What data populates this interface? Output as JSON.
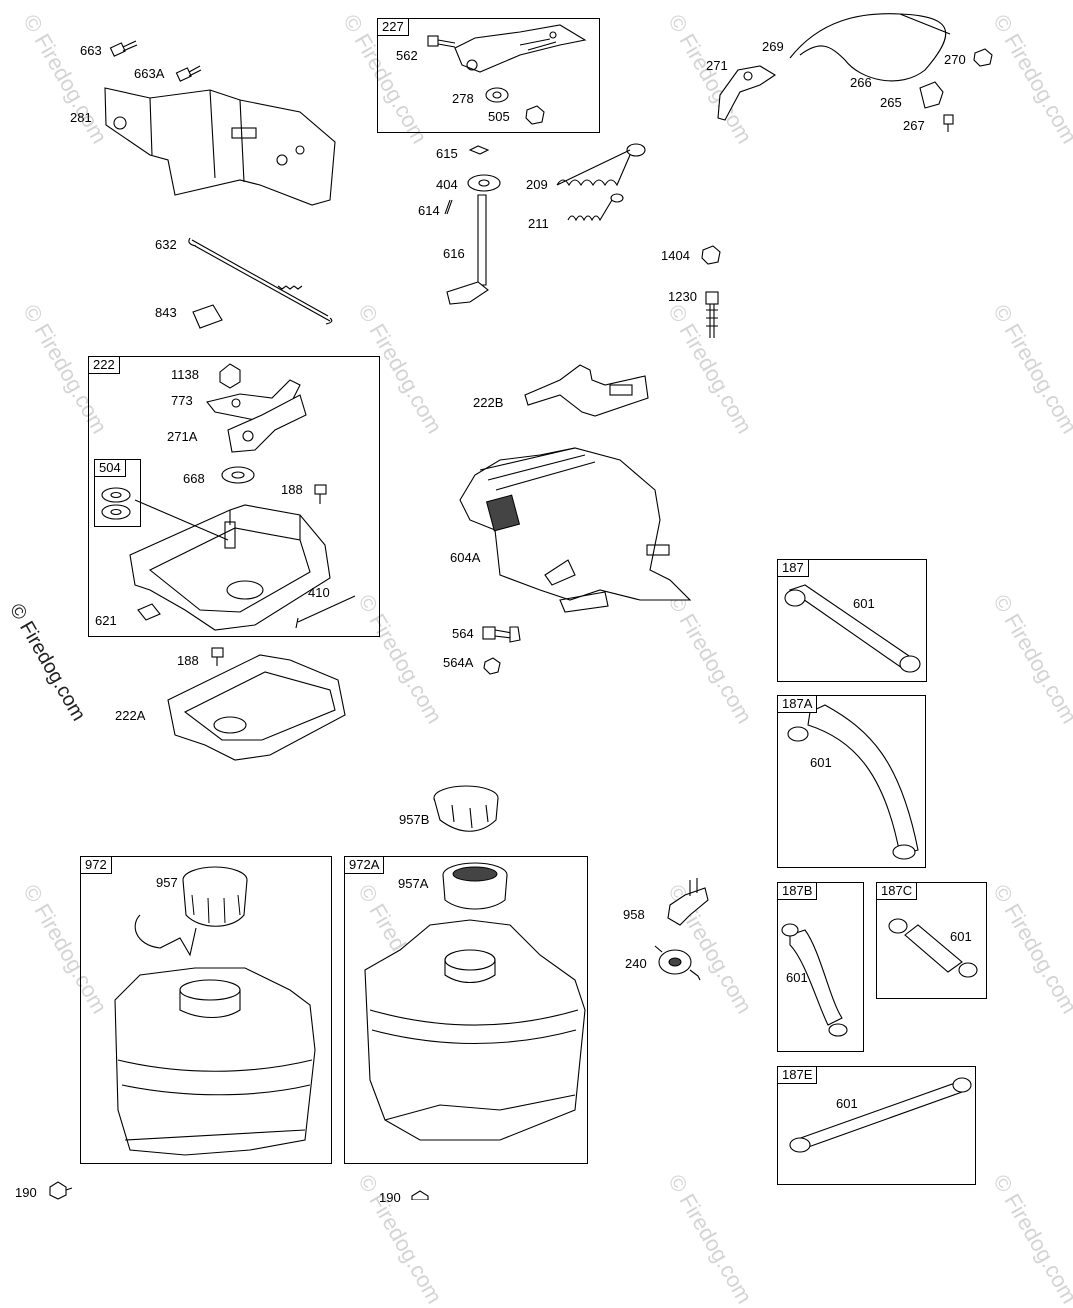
{
  "watermark": "© Firedog.com",
  "boxes": [
    {
      "id": "227"
    },
    {
      "id": "222"
    },
    {
      "id": "504"
    },
    {
      "id": "187"
    },
    {
      "id": "187A"
    },
    {
      "id": "187B"
    },
    {
      "id": "187C"
    },
    {
      "id": "187E"
    },
    {
      "id": "972"
    },
    {
      "id": "972A"
    }
  ],
  "labels": {
    "l663": "663",
    "l663A": "663A",
    "l281": "281",
    "l632": "632",
    "l843": "843",
    "l562": "562",
    "l278": "278",
    "l505": "505",
    "l615": "615",
    "l404": "404",
    "l614": "614",
    "l616": "616",
    "l209": "209",
    "l211": "211",
    "l269": "269",
    "l271": "271",
    "l266": "266",
    "l270": "270",
    "l265": "265",
    "l267": "267",
    "l1404": "1404",
    "l1230": "1230",
    "l1138": "1138",
    "l773": "773",
    "l271A": "271A",
    "l668": "668",
    "l188a": "188",
    "l410": "410",
    "l621": "621",
    "l188b": "188",
    "l222A": "222A",
    "l222B": "222B",
    "l604A": "604A",
    "l564": "564",
    "l564A": "564A",
    "l601a": "601",
    "l601b": "601",
    "l601c": "601",
    "l601d": "601",
    "l601e": "601",
    "l957B": "957B",
    "l957": "957",
    "l957A": "957A",
    "l958": "958",
    "l240": "240",
    "l190a": "190",
    "l190b": "190"
  }
}
